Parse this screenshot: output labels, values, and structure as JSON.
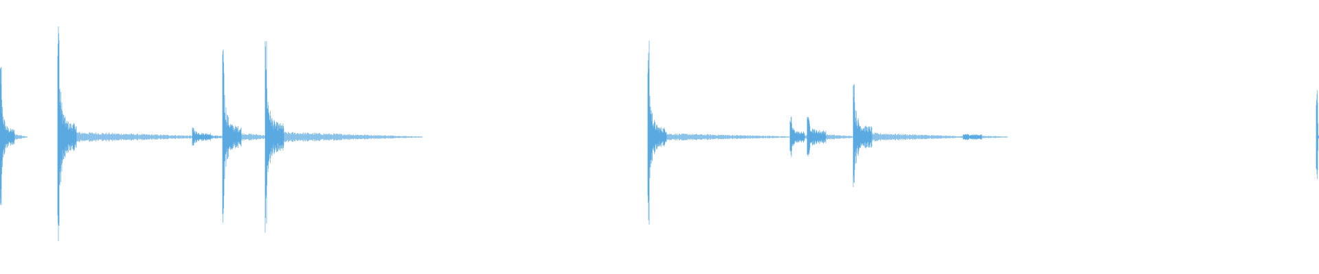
{
  "waveform": {
    "color": "#5aa9e0",
    "background": "#ffffff",
    "events": [
      {
        "onset_time": 0.0,
        "peak_amplitude": 0.58,
        "decay_amplitude": 0.06,
        "tail_time": 0.01
      },
      {
        "onset_time": 0.044,
        "peak_amplitude": 0.86,
        "decay_amplitude": 0.1,
        "tail_time": 0.11
      },
      {
        "onset_time": 0.146,
        "peak_amplitude": 0.07,
        "decay_amplitude": 0.03,
        "tail_time": 0.02
      },
      {
        "onset_time": 0.169,
        "peak_amplitude": 0.65,
        "decay_amplitude": 0.08,
        "tail_time": 0.03
      },
      {
        "onset_time": 0.201,
        "peak_amplitude": 0.73,
        "decay_amplitude": 0.1,
        "tail_time": 0.105
      },
      {
        "onset_time": 0.491,
        "peak_amplitude": 0.71,
        "decay_amplitude": 0.07,
        "tail_time": 0.1
      },
      {
        "onset_time": 0.599,
        "peak_amplitude": 0.15,
        "decay_amplitude": 0.04,
        "tail_time": 0.01
      },
      {
        "onset_time": 0.612,
        "peak_amplitude": 0.18,
        "decay_amplitude": 0.05,
        "tail_time": 0.025
      },
      {
        "onset_time": 0.647,
        "peak_amplitude": 0.42,
        "decay_amplitude": 0.08,
        "tail_time": 0.075
      },
      {
        "onset_time": 0.73,
        "peak_amplitude": 0.02,
        "decay_amplitude": 0.02,
        "tail_time": 0.02
      },
      {
        "onset_time": 0.998,
        "peak_amplitude": 0.36,
        "decay_amplitude": 0.0,
        "tail_time": 0.001
      }
    ]
  }
}
